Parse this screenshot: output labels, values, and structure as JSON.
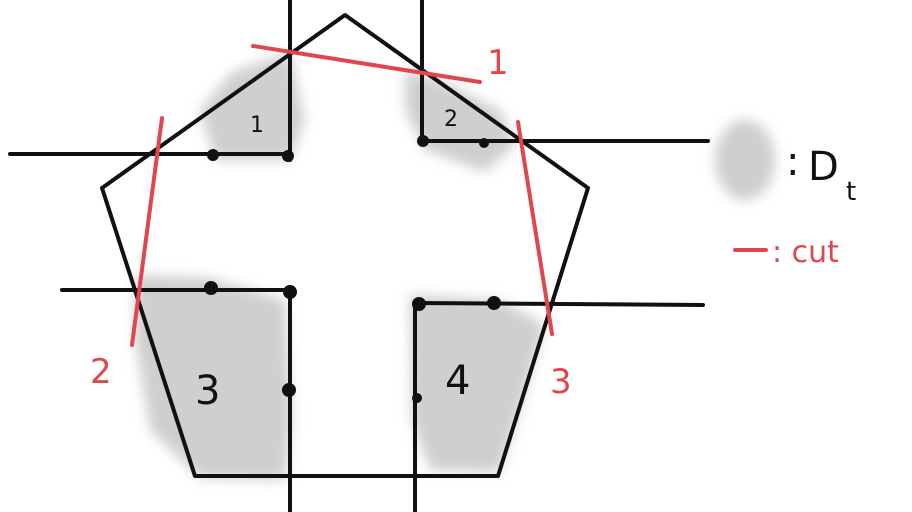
{
  "colors": {
    "ink": "#111111",
    "cut": "#e0474c",
    "shade": "#cfcfcf",
    "background": "#ffffff"
  },
  "regions": [
    {
      "id": "1",
      "label": "1"
    },
    {
      "id": "2",
      "label": "2"
    },
    {
      "id": "3",
      "label": "3"
    },
    {
      "id": "4",
      "label": "4"
    }
  ],
  "cuts": [
    {
      "id": "cut-1",
      "label": "1"
    },
    {
      "id": "cut-2",
      "label": "2"
    },
    {
      "id": "cut-3",
      "label": "3"
    }
  ],
  "legend": {
    "shaded_symbol": ":",
    "shaded_letter": "D",
    "shaded_subscript": "t",
    "cut_text": ": cut"
  }
}
